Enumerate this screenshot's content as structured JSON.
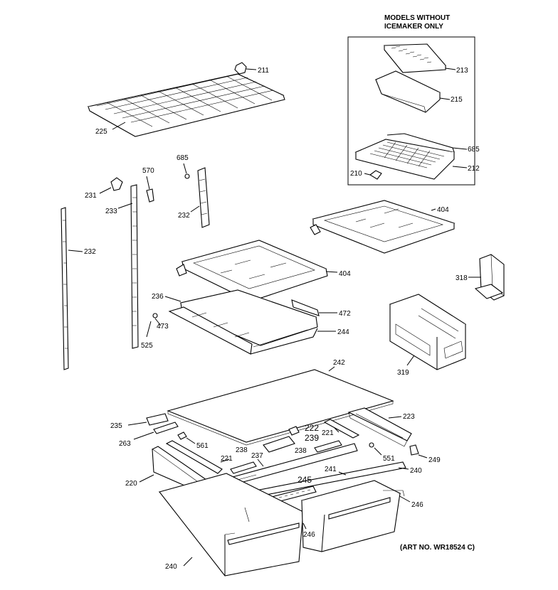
{
  "inset": {
    "title_line1": "MODELS WITHOUT",
    "title_line2": "ICEMAKER ONLY"
  },
  "art_number": "(ART NO. WR18524 C)",
  "callouts": {
    "c211": "211",
    "c225": "225",
    "c685a": "685",
    "c570": "570",
    "c231": "231",
    "c233": "233",
    "c232a": "232",
    "c232b": "232",
    "c213": "213",
    "c215": "215",
    "c685b": "685",
    "c210": "210",
    "c212": "212",
    "c404a": "404",
    "c404b": "404",
    "c318": "318",
    "c236": "236",
    "c472": "472",
    "c473": "473",
    "c244": "244",
    "c525": "525",
    "c319": "319",
    "c242": "242",
    "c235": "235",
    "c223": "223",
    "c263": "263",
    "c222": "222",
    "c221a": "221",
    "c239": "239",
    "c561": "561",
    "c238a": "238",
    "c238b": "238",
    "c551": "551",
    "c249": "249",
    "c221b": "221",
    "c237": "237",
    "c241": "241",
    "c240a": "240",
    "c220": "220",
    "c245": "245",
    "c246a": "246",
    "c246b": "246",
    "c240b": "240"
  }
}
